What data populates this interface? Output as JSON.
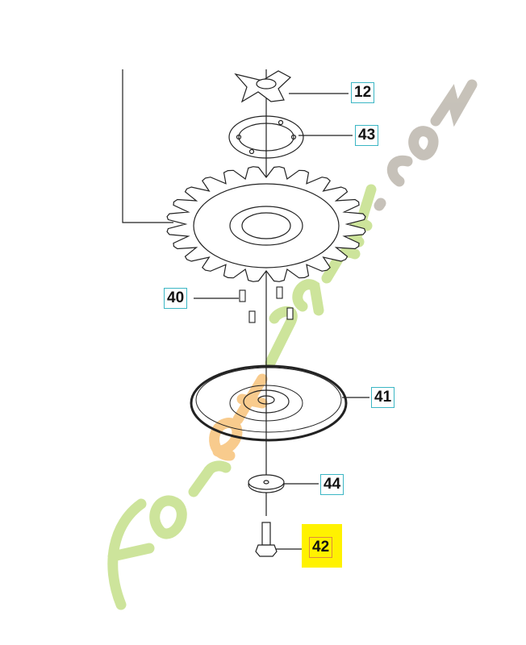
{
  "diagram": {
    "callouts": [
      {
        "id": "12",
        "label": "12"
      },
      {
        "id": "43",
        "label": "43"
      },
      {
        "id": "40",
        "label": "40"
      },
      {
        "id": "41",
        "label": "41"
      },
      {
        "id": "44",
        "label": "44"
      },
      {
        "id": "42",
        "label": "42",
        "highlighted": true
      }
    ],
    "highlight_color": "#fff200",
    "callout_border_color": "#3bb6c4"
  },
  "watermark": {
    "text": "Foretjardin.com",
    "colors": [
      "#c5e08a",
      "#f7c27a",
      "#bdb7ad"
    ]
  }
}
